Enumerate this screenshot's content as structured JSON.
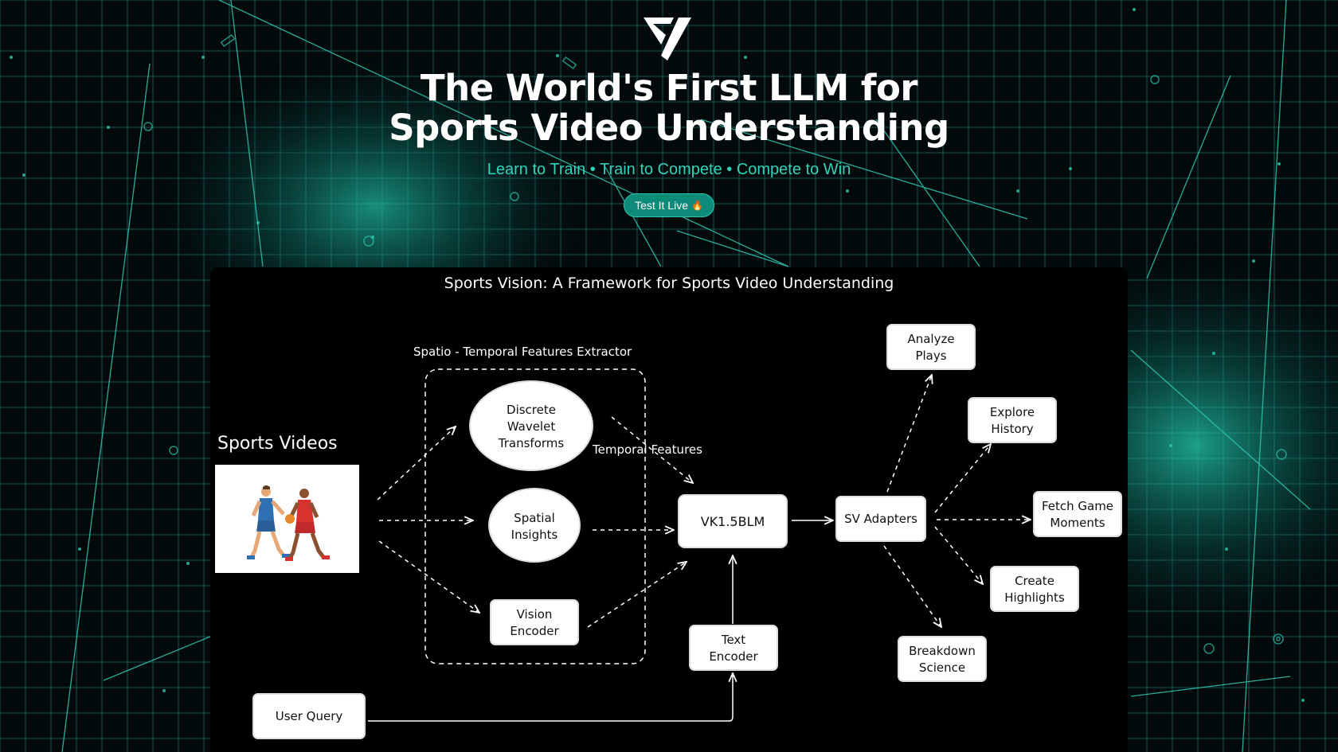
{
  "hero": {
    "title_line1": "The World's First LLM for",
    "title_line2": "Sports Video Understanding",
    "tagline": "Learn to Train • Train to Compete • Compete to Win",
    "cta_label": "Test It Live",
    "cta_emoji": "🔥"
  },
  "colors": {
    "accent": "#2fd4bb",
    "grid": "#14565a",
    "button": "#0d8a78",
    "panel": "#000000"
  },
  "diagram": {
    "title": "Sports Vision: A Framework for Sports Video Understanding",
    "input_label": "Sports Videos",
    "extractor_label": "Spatio - Temporal Features Extractor",
    "dwt": [
      "Discrete",
      "Wavelet",
      "Transforms"
    ],
    "temporal_label": "Temporal Features",
    "spatial": [
      "Spatial",
      "Insights"
    ],
    "vision": [
      "Vision",
      "Encoder"
    ],
    "model": "VK1.5BLM",
    "text_encoder": [
      "Text",
      "Encoder"
    ],
    "user_query": "User Query",
    "adapters": "SV Adapters",
    "outputs": {
      "analyze": [
        "Analyze",
        "Plays"
      ],
      "explore": [
        "Explore",
        "History"
      ],
      "fetch": [
        "Fetch Game",
        "Moments"
      ],
      "highlights": [
        "Create",
        "Highlights"
      ],
      "breakdown": [
        "Breakdown",
        "Science"
      ]
    }
  }
}
